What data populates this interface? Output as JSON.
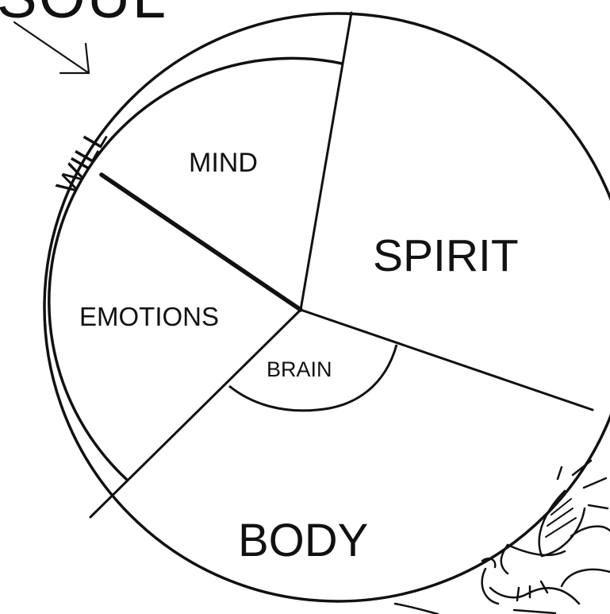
{
  "header": {
    "partial_title": "SOUL"
  },
  "sections": {
    "will": "WILL",
    "mind": "MIND",
    "spirit": "SPIRIT",
    "emotions": "EMOTIONS",
    "brain": "BRAIN",
    "body": "BODY"
  },
  "colors": {
    "ink": "#111111",
    "paper": "#ffffff"
  }
}
